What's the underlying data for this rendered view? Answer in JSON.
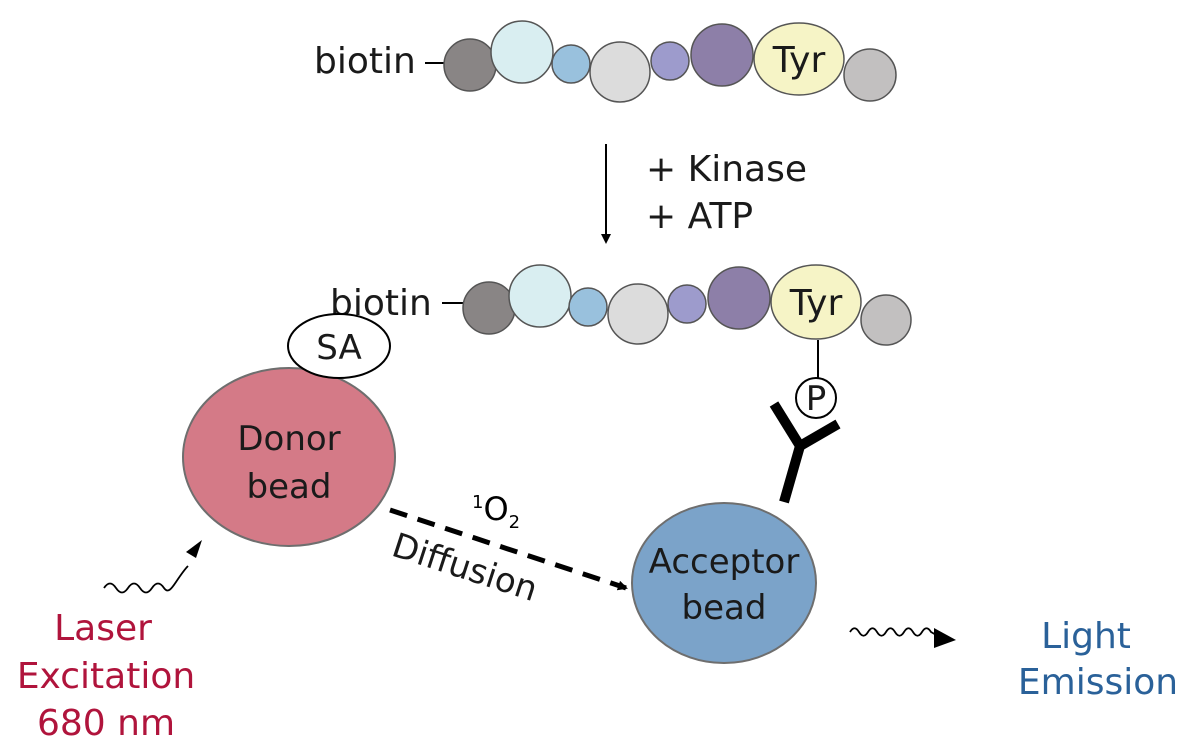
{
  "top_peptide": {
    "label": "biotin",
    "tyr_label": "Tyr",
    "residue_colors": [
      "#898585",
      "#d9eef1",
      "#99c1dd",
      "#dcdcdc",
      "#9d9bcc",
      "#8d7fa8",
      "#f6f4c6",
      "#c2c0c0"
    ]
  },
  "reaction": {
    "line1": "+ Kinase",
    "line2": "+ ATP"
  },
  "bottom_peptide": {
    "label": "biotin",
    "tyr_label": "Tyr",
    "phospho_label": "P"
  },
  "streptavidin": {
    "label": "SA"
  },
  "donor_bead": {
    "line1": "Donor",
    "line2": "bead",
    "color": "#d47a87"
  },
  "acceptor_bead": {
    "line1": "Acceptor",
    "line2": "bead",
    "color": "#7ba3c9"
  },
  "singlet_oxygen": {
    "prefix": "1",
    "symbol": "O",
    "subscript": "2"
  },
  "diffusion_label": "Diffusion",
  "laser": {
    "line1": "Laser",
    "line2": "Excitation",
    "line3": "680 nm",
    "color": "#b0143c"
  },
  "emission": {
    "line1": "Light",
    "line2": "Emission",
    "color": "#2a6199"
  }
}
